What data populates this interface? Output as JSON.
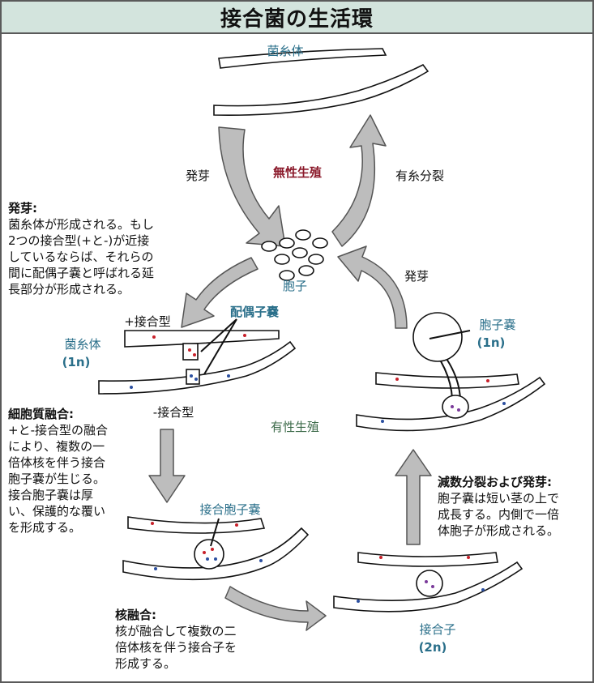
{
  "title": "接合菌の生活環",
  "labels": {
    "mycelium_top": "菌糸体",
    "asexual": "無性生殖",
    "germination_left": "発芽",
    "mitosis": "有糸分裂",
    "spore": "胞子",
    "germination_right": "発芽",
    "gametangia": "配偶子嚢",
    "plus_strain": "+接合型",
    "minus_strain": "-接合型",
    "mycelium_1n": [
      "菌糸体",
      "(1n)"
    ],
    "sporangium": [
      "胞子嚢",
      "(1n)"
    ],
    "sexual": "有性生殖",
    "zygosporangium": "接合胞子嚢",
    "zygospore": [
      "接合子",
      "(2n)"
    ]
  },
  "notes": {
    "germination": {
      "heading": "発芽:",
      "lines": [
        "菌糸体が形成される。もし",
        "2つの接合型(+と-)が近接",
        "しているならば、それらの",
        "間に配偶子嚢と呼ばれる延",
        "長部分が形成される。"
      ]
    },
    "plasmogamy": {
      "heading": "細胞質融合:",
      "lines": [
        "+と-接合型の融合",
        "により、複数の一",
        "倍体核を伴う接合",
        "胞子嚢が生じる。",
        "接合胞子嚢は厚",
        "い、保護的な覆い",
        "を形成する。"
      ]
    },
    "karyogamy": {
      "heading": "核融合:",
      "lines": [
        "核が融合して複数の二",
        "倍体核を伴う接合子を",
        "形成する。"
      ]
    },
    "meiosis": {
      "heading": "減数分裂および発芽:",
      "lines": [
        "胞子嚢は短い茎の上で",
        "成長する。内側で一倍",
        "体胞子が形成される。"
      ]
    }
  },
  "colors": {
    "title_bg": "#d3e4dd",
    "teal": "#2a6f8a",
    "dark_red": "#8b1a2b",
    "green": "#3d6b4a",
    "arrow_fill": "#bdbdbd",
    "nucleus_red": "#c8202a",
    "nucleus_blue": "#2b4fa0",
    "nucleus_purple": "#7a3a9a"
  }
}
